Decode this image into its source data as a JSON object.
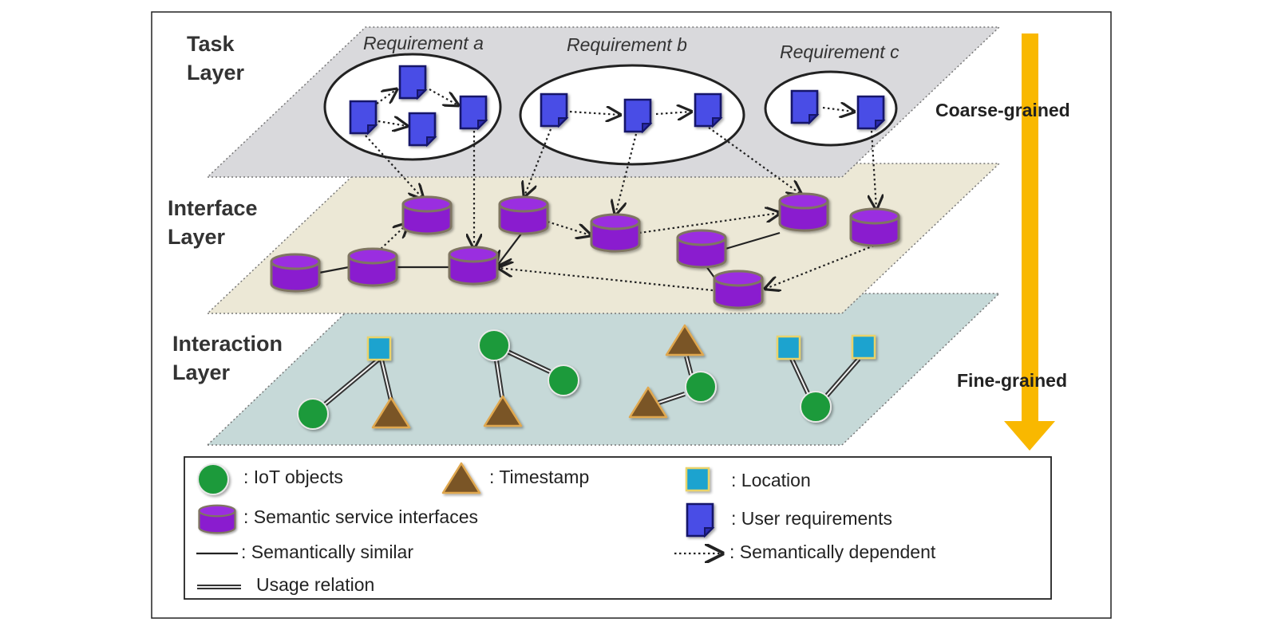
{
  "layers": {
    "task": [
      "Task",
      "Layer"
    ],
    "interface": [
      "Interface",
      "Layer"
    ],
    "interaction": [
      "Interaction",
      "Layer"
    ]
  },
  "requirements": [
    "Requirement a",
    "Requirement b",
    "Requirement c"
  ],
  "granularity": {
    "top": "Coarse-grained",
    "bottom": "Fine-grained"
  },
  "legend": {
    "iot_objects": ": IoT objects",
    "timestamp": ": Timestamp",
    "location": ": Location",
    "semantic_service_interfaces": ": Semantic service interfaces",
    "user_requirements": ": User requirements",
    "semantically_similar": ": Semantically similar",
    "semantically_dependent": ": Semantically dependent",
    "usage_relation": "Usage relation"
  },
  "colors": {
    "task_plane": "#d9d9dc",
    "interface_plane": "#ece8d6",
    "interaction_plane": "#c6d9d8",
    "requirement_doc": "#4a4ee6",
    "service_cylinder": "#8a1ecf",
    "iot_object": "#1f9a3a",
    "timestamp": "#7a5428",
    "location": "#1aa3cf",
    "arrow": "#f9b800"
  }
}
